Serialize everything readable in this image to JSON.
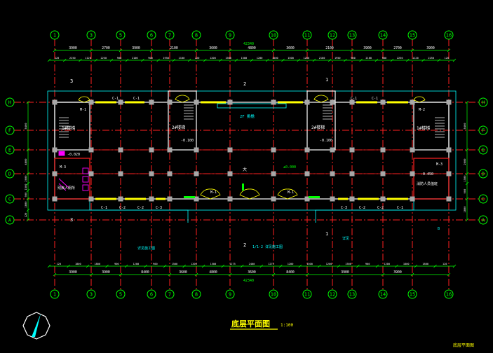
{
  "drawing": {
    "title": "底层平面图",
    "scale": "1:100",
    "stamp": "底层平面图",
    "total_width": "42340"
  },
  "axes": {
    "columns": [
      "1",
      "3",
      "5",
      "6",
      "7",
      "8",
      "9",
      "10",
      "11",
      "12",
      "13",
      "14",
      "15",
      "16"
    ],
    "rows": [
      "H",
      "F",
      "E",
      "D",
      "C",
      "A"
    ]
  },
  "dimensions": {
    "top_overall": [
      "3900",
      "2700",
      "3900",
      "2100",
      "3600",
      "4800",
      "3600",
      "2100",
      "3900",
      "2700",
      "3900"
    ],
    "top_detail": [
      "120",
      "2250",
      "1120",
      "2250",
      "900",
      "2100",
      "900",
      "1950",
      "2100",
      "220",
      "1200",
      "1500",
      "1500",
      "1200",
      "1500",
      "1500",
      "1200",
      "2100",
      "1950",
      "900",
      "2100",
      "900",
      "2250",
      "1120",
      "2250",
      "120"
    ],
    "bottom_overall": [
      "3900",
      "3900",
      "8400",
      "3600",
      "4800",
      "3600",
      "8400",
      "3900",
      "3900"
    ],
    "bottom_detail": [
      "120",
      "1800",
      "1800",
      "900",
      "1200",
      "900",
      "1500",
      "1200",
      "1500",
      "1275",
      "2400",
      "1275",
      "1200",
      "1500",
      "1200",
      "1500",
      "900",
      "1200",
      "1800",
      "1800",
      "120"
    ],
    "left_side": [
      "5400",
      "4800",
      "2000",
      "1500",
      "900",
      "1800",
      "120"
    ],
    "right_side": [
      "5400",
      "2000",
      "1500",
      "900",
      "1800"
    ]
  },
  "rooms": [
    {
      "id": "stair-1-left",
      "label": "1#楼梯"
    },
    {
      "id": "stair-2-left",
      "label": "2#楼梯"
    },
    {
      "id": "stair-2-right",
      "label": "2#楼梯"
    },
    {
      "id": "stair-1-right",
      "label": "1#楼梯"
    },
    {
      "id": "lobby",
      "label": "大"
    },
    {
      "id": "toilet",
      "label": "残疾人厕所"
    },
    {
      "id": "office",
      "label": "消防人员值班"
    }
  ],
  "labels": {
    "canopy": "2F 挑檐",
    "floor_level": "±0.000",
    "level_down": "-0.020",
    "level_down_2": "-0.100",
    "level_down_3": "-0.450",
    "section_2": "2",
    "section_1": "1",
    "section_3": "3",
    "window_c": "C-1",
    "window_c2": "C-2",
    "window_c3": "C-3",
    "door_m1": "M-1",
    "door_m2": "M-2",
    "door_m3": "M-3",
    "note_left": "详见施工图",
    "note_right": "详见",
    "note_mid": "1/1-2 详见施工图",
    "index": "B"
  },
  "colors": {
    "background": "#000000",
    "grid_axis": "#ff2020",
    "dimension": "#00ff00",
    "bubble": "#00ff00",
    "wall": "#ffffff",
    "column": "#b0b0b0",
    "window": "#ffff00",
    "stair": "#ffffff",
    "furniture": "#ff00ff",
    "annotation": "#00ffff",
    "title": "#ffff00"
  },
  "icons": [
    "north-arrow-icon",
    "door-swing-icon",
    "stair-arrow-icon"
  ]
}
